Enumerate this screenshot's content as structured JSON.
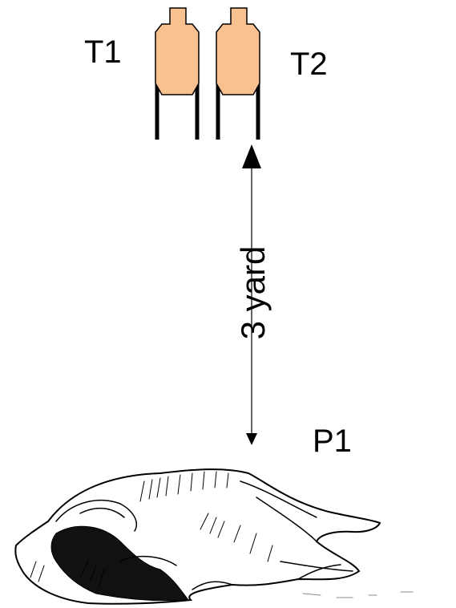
{
  "labels": {
    "target_1": "T1",
    "target_2": "T2",
    "distance": "3 yard",
    "position_1": "P1"
  },
  "colors": {
    "target_fill": "#FAC190",
    "line": "#000000",
    "background": "#FFFFFF"
  },
  "icons": {
    "targets": "silhouette-target-on-stand",
    "shooter": "prone-person-sketch",
    "distance_arrow": "double-headed-vertical-arrow"
  }
}
